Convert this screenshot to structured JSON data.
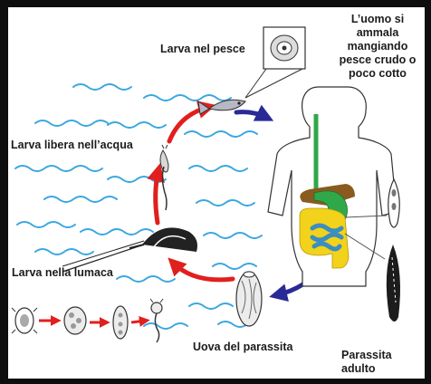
{
  "labels": {
    "larva_nel_pesce": "Larva nel pesce",
    "larva_libera": "Larva libera nell’acqua",
    "larva_nella_lumaca": "Larva nella lumaca",
    "uova_del_parassita": "Uova del parassita",
    "parassita_adulto": "Parassita adulto",
    "uomo_si_ammala": [
      "L’uomo si",
      "ammala",
      "mangiando",
      "pesce crudo o",
      "poco cotto"
    ]
  },
  "colors": {
    "background": "#ffffff",
    "frame": "#0e0e0e",
    "water": "#3aa7e0",
    "cycle_arrow": "#e0201e",
    "infection_arrow": "#2a2a96",
    "esophagus": "#2fa84a",
    "liver": "#8a5a1e",
    "stomach": "#2fa84a",
    "intestine": "#f2d21a",
    "small_intestine": "#3a8fc0",
    "outline": "#333333"
  }
}
